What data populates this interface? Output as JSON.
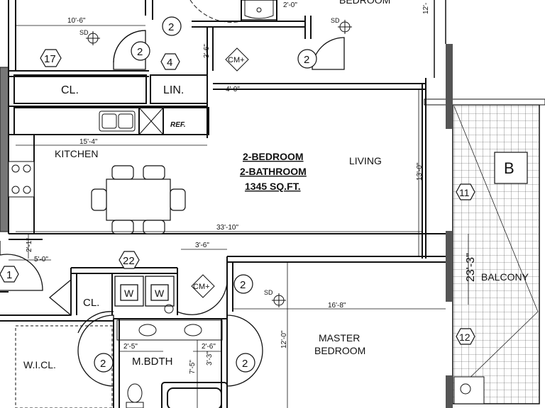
{
  "rooms": {
    "bedroom_top": "BEDROOM",
    "closet_left": "CL.",
    "linen": "LIN.",
    "kitchen": "KITCHEN",
    "living": "LIVING",
    "closet_lower": "CL.",
    "master_bath": "M.BDTH",
    "wic": "W.I.CL.",
    "master_bedroom_line1": "MASTER",
    "master_bedroom_line2": "BEDROOM",
    "balcony": "BALCONY"
  },
  "unit": {
    "line1": "2-BEDROOM",
    "line2": "2-BATHROOM",
    "line3": "1345 SQ.FT."
  },
  "unit_type": "B",
  "appliance": {
    "refrigerator": "REF.",
    "washer": "W",
    "dryer": "W"
  },
  "labels": {
    "smoke_detector": "SD",
    "carbon_monoxide": "CM+"
  },
  "dimensions": {
    "d_10_6": "10'-6\"",
    "d_2_0": "2'-0\"",
    "d_12_top": "12'-",
    "d_3_6_vert": "3'-6\"",
    "d_4_0": "4'-0\"",
    "d_15_4": "15'-4\"",
    "d_13_0": "13'-0\"",
    "d_33_10": "33'-10\"",
    "d_2_1": "2'-1\"",
    "d_5_0": "5'-0\"",
    "d_3_6_h": "3'-6\"",
    "d_23_3": "23'-3\"",
    "d_16_8": "16'-8\"",
    "d_12_0": "12'-0\"",
    "d_2_5": "2'-5\"",
    "d_2_6": "2'-6\"",
    "d_7_5": "7'-5\"",
    "d_3_3": "3'-3\""
  },
  "tags": {
    "t2": "2",
    "t4": "4",
    "t17": "17",
    "t22": "22",
    "t1": "1",
    "t11": "11",
    "t12": "12"
  }
}
